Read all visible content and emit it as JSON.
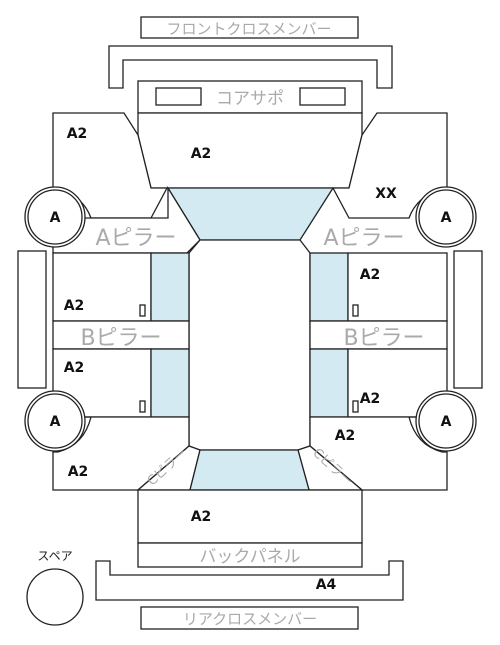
{
  "labels": {
    "front_cross_member": "フロントクロスメンバー",
    "core_support": "コアサポ",
    "a_pillar_left": "Aピラー",
    "a_pillar_right": "Aピラー",
    "b_pillar_left": "Bピラー",
    "b_pillar_right": "Bピラー",
    "c_pillar_left": "Cピラー",
    "c_pillar_right": "Cピラー",
    "back_panel": "バックパネル",
    "rear_cross_member": "リアクロスメンバー",
    "spare": "スペア"
  },
  "grades": {
    "front_fender_left": "A2",
    "hood": "A2",
    "front_fender_right": "XX",
    "front_door_left": "A2",
    "rear_door_left": "A2",
    "front_door_right": "A2",
    "rear_door_right": "A2",
    "rear_fender_left": "A2",
    "rear_fender_right": "A2",
    "trunk": "A2",
    "rear_bumper": "A4"
  },
  "tires": {
    "front_left": "A",
    "front_right": "A",
    "rear_left": "A",
    "rear_right": "A",
    "spare": ""
  },
  "colors": {
    "glass": "#d3eaf2",
    "outline": "#222222",
    "label_gray": "#aaaaaa"
  }
}
